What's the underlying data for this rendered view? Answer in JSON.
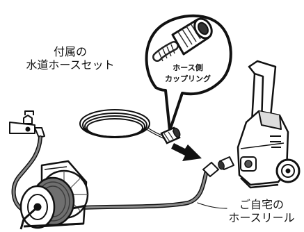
{
  "labels": {
    "included_hose_set": [
      "付属の",
      "水道ホースセット"
    ],
    "hose_side_coupling": [
      "ホース側",
      "カップリング"
    ],
    "home_hose_reel": [
      "ご自宅の",
      "ホースリール"
    ]
  },
  "parts": [
    "water-faucet-icon",
    "included-hose-set-icon",
    "hose-side-coupling-icon",
    "hose-reel-icon",
    "connection-arrow-icon",
    "pressure-washer-icon"
  ]
}
